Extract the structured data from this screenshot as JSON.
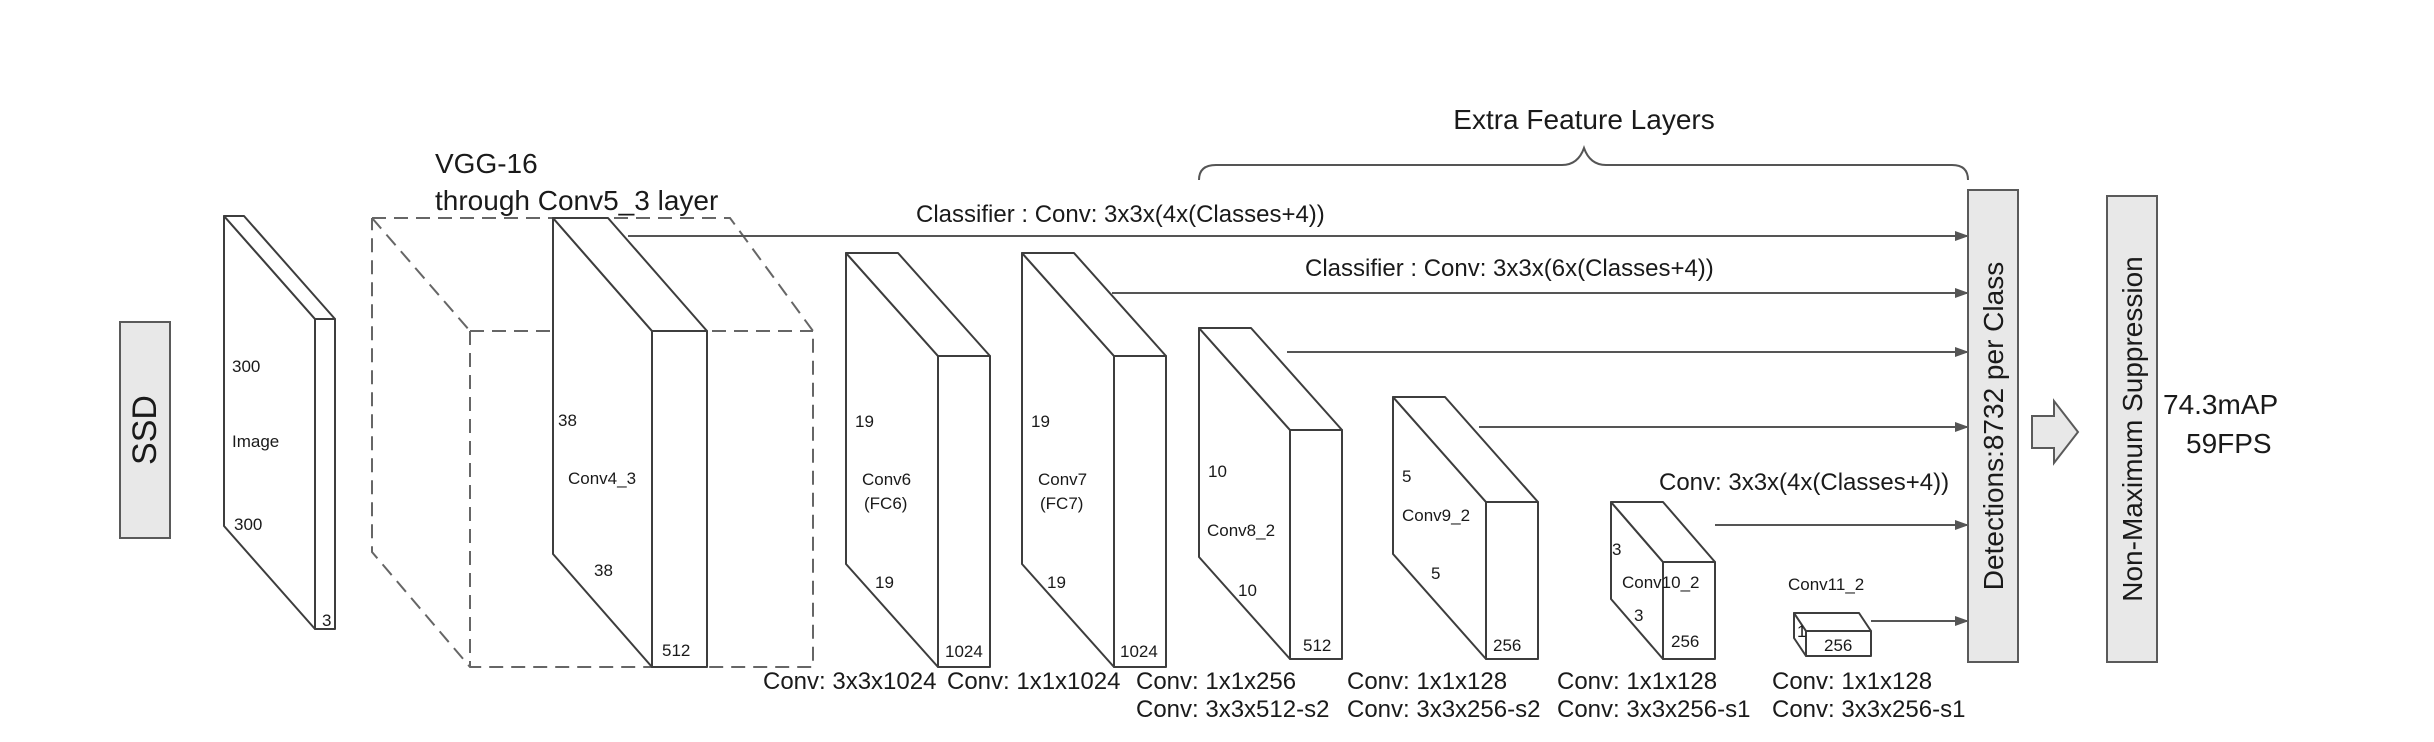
{
  "title_block": {
    "ssd": "SSD"
  },
  "input": {
    "label": "Image",
    "height": "300",
    "width": "300",
    "channels": "3"
  },
  "vgg": {
    "title_line1": "VGG-16",
    "title_line2": "through Conv5_3 layer",
    "layer": {
      "name": "Conv4_3",
      "height": "38",
      "width": "38",
      "channels": "512"
    }
  },
  "extra_header": "Extra Feature Layers",
  "layers": {
    "conv6": {
      "name_line1": "Conv6",
      "name_line2": "(FC6)",
      "height": "19",
      "width": "19",
      "channels": "1024"
    },
    "conv7": {
      "name_line1": "Conv7",
      "name_line2": "(FC7)",
      "height": "19",
      "width": "19",
      "channels": "1024"
    },
    "conv8": {
      "name": "Conv8_2",
      "height": "10",
      "width": "10",
      "channels": "512"
    },
    "conv9": {
      "name": "Conv9_2",
      "height": "5",
      "width": "5",
      "channels": "256"
    },
    "conv10": {
      "name": "Conv10_2",
      "height": "3",
      "width": "3",
      "channels": "256"
    },
    "conv11": {
      "name": "Conv11_2",
      "height": "1",
      "channels": "256"
    }
  },
  "captions": {
    "conv6": "Conv: 3x3x1024",
    "conv7": "Conv: 1x1x1024",
    "conv8_line1": "Conv: 1x1x256",
    "conv8_line2": "Conv:  3x3x512-s2",
    "conv9_line1": "Conv: 1x1x128",
    "conv9_line2": "Conv: 3x3x256-s2",
    "conv10_line1": "Conv: 1x1x128",
    "conv10_line2": "Conv: 3x3x256-s1",
    "conv11_line1": "Conv: 1x1x128",
    "conv11_line2": "Conv: 3x3x256-s1"
  },
  "classifiers": {
    "first": "Classifier : Conv: 3x3x(4x(Classes+4))",
    "second": "Classifier : Conv: 3x3x(6x(Classes+4))",
    "third": "Conv: 3x3x(4x(Classes+4))"
  },
  "detections": "Detections:8732  per Class",
  "nms": "Non-Maximum Suppression",
  "result": {
    "map": "74.3mAP",
    "fps": "59FPS"
  }
}
